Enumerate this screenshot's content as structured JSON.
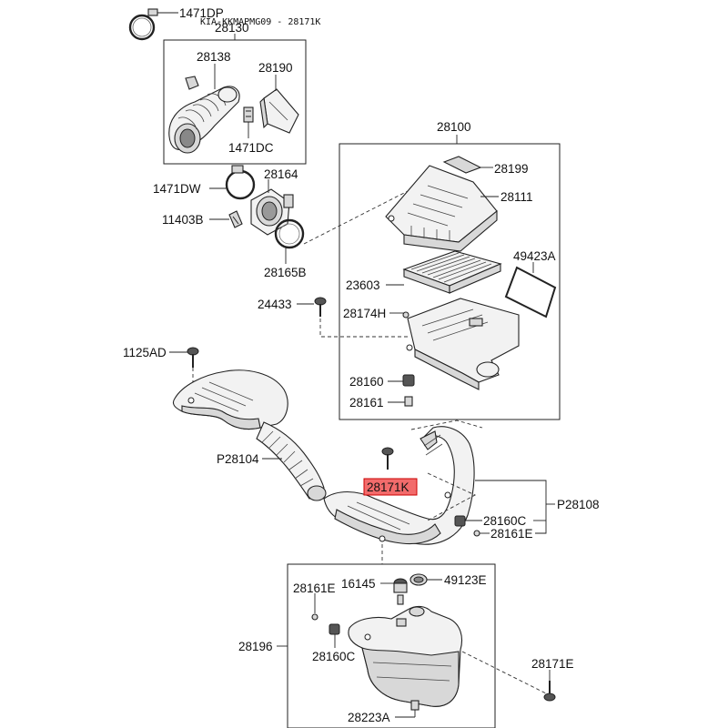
{
  "diagram_ref": "KIA-KKMAPMG09 - 28171K",
  "highlight_color": "#f26b6b",
  "labels": {
    "l1471DP": "1471DP",
    "l28130": "28130",
    "l28138": "28138",
    "l28190": "28190",
    "l1471DC": "1471DC",
    "l28164": "28164",
    "l1471DW": "1471DW",
    "l11403B": "11403B",
    "l28165B": "28165B",
    "l28100": "28100",
    "l28199": "28199",
    "l28111": "28111",
    "l49423A": "49423A",
    "l23603": "23603",
    "l24433": "24433",
    "l28174H": "28174H",
    "l1125AD": "1125AD",
    "l28160": "28160",
    "l28161": "28161",
    "lP28104": "P28104",
    "l28171K": "28171K",
    "lP28108": "P28108",
    "l28160C_a": "28160C",
    "l28161E_a": "28161E",
    "l28161E_b": "28161E",
    "l16145": "16145",
    "l49123E": "49123E",
    "l28196": "28196",
    "l28160C_b": "28160C",
    "l28171E": "28171E",
    "l28223A": "28223A"
  }
}
